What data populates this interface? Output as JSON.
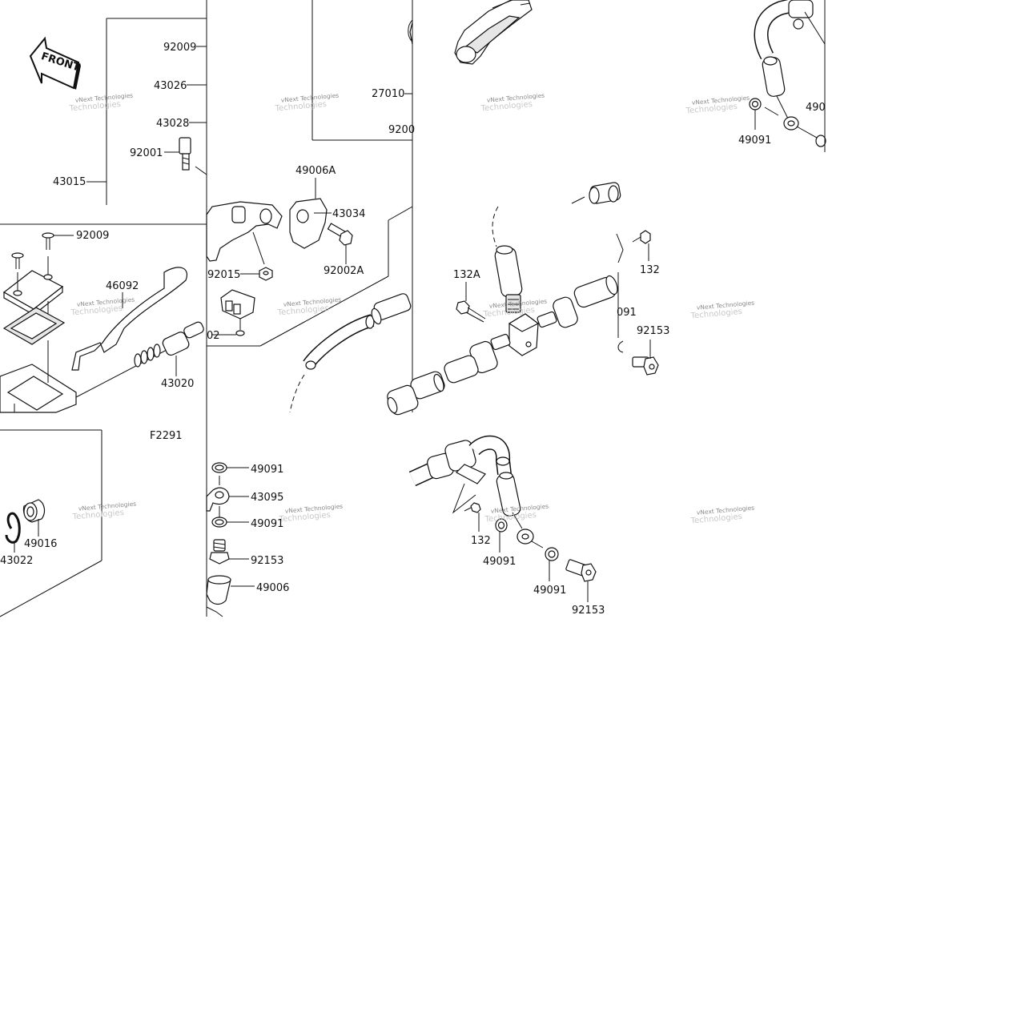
{
  "diagram": {
    "figure_code": "F2291",
    "front_label": "FRONT",
    "watermark": {
      "line1": "vNext Technologies",
      "line2": "Technologies"
    },
    "part_labels": {
      "p92009_top": "92009",
      "p43026": "43026",
      "p43028": "43028",
      "p92001": "92001",
      "p43015": "43015",
      "p27010": "27010",
      "p9200_cut": "9200",
      "p49091_tr": "49091",
      "p490_cut": "490",
      "p49006A": "49006A",
      "p43034": "43034",
      "p92002A": "92002A",
      "p92015": "92015",
      "p92009_mid": "92009",
      "p46092": "46092",
      "p43020": "43020",
      "p02_cut": "02",
      "p132A": "132A",
      "p132_mid": "132",
      "p091_cut": "091",
      "p92153_mid": "92153",
      "p49016": "49016",
      "p43022": "43022",
      "p49091_a": "49091",
      "p43095": "43095",
      "p49091_b": "49091",
      "p92153_left": "92153",
      "p49006": "49006",
      "p132_bot": "132",
      "p49091_c": "49091",
      "p49091_d": "49091",
      "p92153_bot": "92153"
    }
  }
}
